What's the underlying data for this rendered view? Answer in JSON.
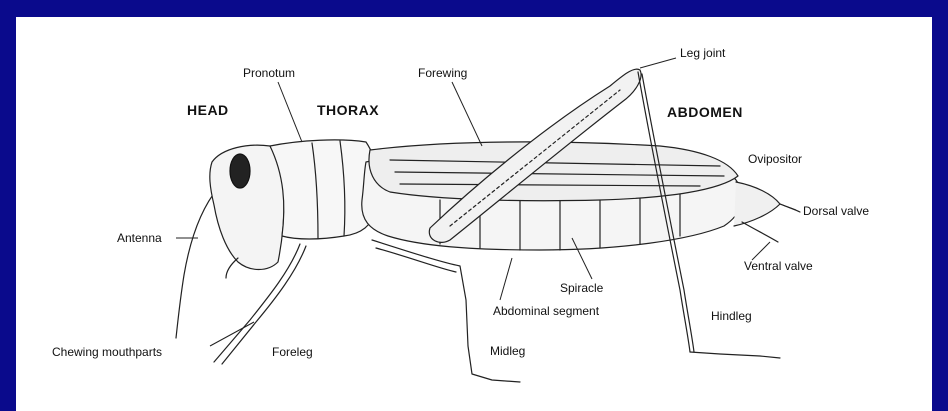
{
  "colors": {
    "frame": "#0a0a8c",
    "panel": "#ffffff",
    "ink": "#111111"
  },
  "regions": {
    "head": "HEAD",
    "thorax": "THORAX",
    "abdomen": "ABDOMEN"
  },
  "labels": {
    "pronotum": "Pronotum",
    "forewing": "Forewing",
    "leg_joint": "Leg joint",
    "ovipositor": "Ovipositor",
    "dorsal_valve": "Dorsal valve",
    "ventral_valve": "Ventral valve",
    "antenna": "Antenna",
    "spiracle": "Spiracle",
    "abdominal_segment": "Abdominal segment",
    "hindleg": "Hindleg",
    "chewing_mouthparts": "Chewing mouthparts",
    "foreleg": "Foreleg",
    "midleg": "Midleg"
  }
}
